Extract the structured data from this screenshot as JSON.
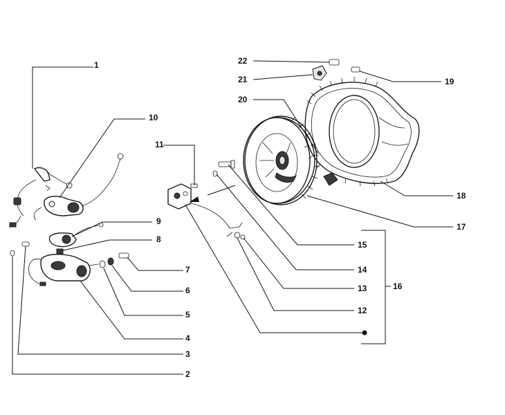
{
  "diagram": {
    "labels": {
      "l1": "1",
      "l2": "2",
      "l3": "3",
      "l4": "4",
      "l5": "5",
      "l6": "6",
      "l7": "7",
      "l8": "8",
      "l9": "9",
      "l10": "10",
      "l11": "11",
      "l12": "12",
      "l13": "13",
      "l14": "14",
      "l15": "15",
      "l16": "16",
      "l17": "17",
      "l18": "18",
      "l19": "19",
      "l20": "20",
      "l21": "21",
      "l22": "22"
    }
  }
}
